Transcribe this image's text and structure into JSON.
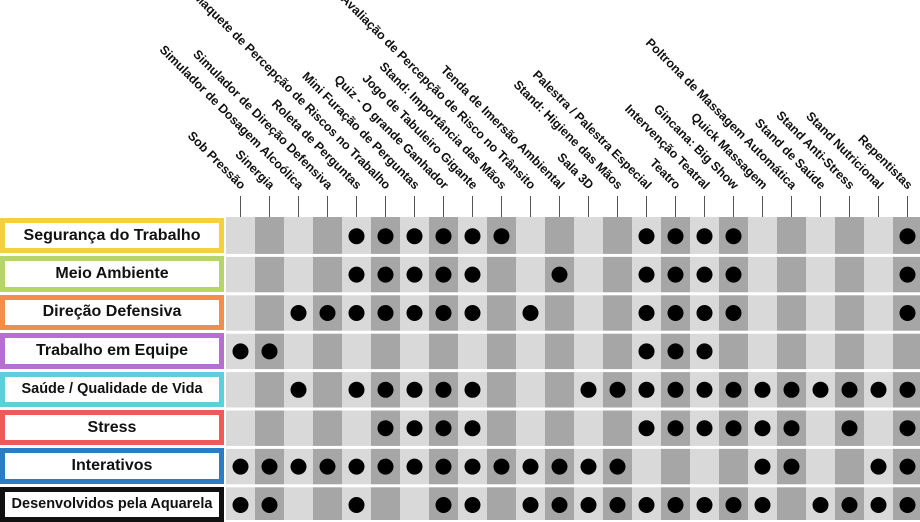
{
  "chart_data": {
    "type": "table",
    "title": "",
    "columns": [
      "Sob Pressão",
      "Sinergia",
      "Simulador de Dosagem Alcoólica",
      "Simulador de Direção Defensiva",
      "Roleta de Perguntas",
      "Maquete de Percepção de Riscos no Trabalho",
      "Mini Furação de Perguntas",
      "Quiz - O grande Ganhador",
      "Jogo de Tabuleiro Gigante",
      "Stand: Importância das Mãos",
      "Avaliação de Percepção de Risco no Trânsito",
      "Tenda de Imersão Ambiental",
      "Sala 3D",
      "Stand: Higiene das Mãos",
      "Palestra / Palestra Especial",
      "Teatro",
      "Intervenção Teatral",
      "Gincana: Big Show",
      "Quick Massagem",
      "Poltrona de Massagem Automática",
      "Stand de Saúde",
      "Stand Anti-Stress",
      "Stand Nutricional",
      "Repentistas"
    ],
    "rows": [
      {
        "label": "Segurança do Trabalho",
        "color": "#f4d03f",
        "marks": [
          0,
          0,
          0,
          0,
          1,
          1,
          1,
          1,
          1,
          1,
          0,
          0,
          0,
          0,
          1,
          1,
          1,
          1,
          0,
          0,
          0,
          0,
          0,
          1
        ]
      },
      {
        "label": "Meio Ambiente",
        "color": "#b5d56a",
        "marks": [
          0,
          0,
          0,
          0,
          1,
          1,
          1,
          1,
          1,
          0,
          0,
          1,
          0,
          0,
          1,
          1,
          1,
          1,
          0,
          0,
          0,
          0,
          0,
          1
        ]
      },
      {
        "label": "Direção Defensiva",
        "color": "#f28e4a",
        "marks": [
          0,
          0,
          1,
          1,
          1,
          1,
          1,
          1,
          1,
          0,
          1,
          0,
          0,
          0,
          1,
          1,
          1,
          1,
          0,
          0,
          0,
          0,
          0,
          1
        ]
      },
      {
        "label": "Trabalho em Equipe",
        "color": "#b46fd1",
        "marks": [
          1,
          1,
          0,
          0,
          0,
          0,
          0,
          0,
          0,
          0,
          0,
          0,
          0,
          0,
          1,
          1,
          1,
          0,
          0,
          0,
          0,
          0,
          0,
          0
        ]
      },
      {
        "label": "Saúde / Qualidade de Vida",
        "color": "#5ccfd8",
        "marks": [
          0,
          0,
          1,
          0,
          1,
          1,
          1,
          1,
          1,
          0,
          0,
          0,
          1,
          1,
          1,
          1,
          1,
          1,
          1,
          1,
          1,
          1,
          1,
          1
        ]
      },
      {
        "label": "Stress",
        "color": "#ee5a5a",
        "marks": [
          0,
          0,
          0,
          0,
          0,
          1,
          1,
          1,
          1,
          0,
          0,
          0,
          0,
          0,
          1,
          1,
          1,
          1,
          1,
          1,
          0,
          1,
          0,
          1
        ]
      },
      {
        "label": "Interativos",
        "color": "#2a7dc4",
        "marks": [
          1,
          1,
          1,
          1,
          1,
          1,
          1,
          1,
          1,
          1,
          1,
          1,
          1,
          1,
          0,
          0,
          0,
          0,
          1,
          1,
          0,
          0,
          1,
          1
        ]
      },
      {
        "label": "Desenvolvidos pela Aquarela",
        "color": "#111111",
        "marks": [
          1,
          1,
          0,
          0,
          1,
          0,
          0,
          1,
          1,
          0,
          1,
          1,
          1,
          1,
          1,
          1,
          1,
          1,
          1,
          0,
          1,
          1,
          1,
          1
        ]
      }
    ],
    "legend": "none",
    "grid": true
  }
}
